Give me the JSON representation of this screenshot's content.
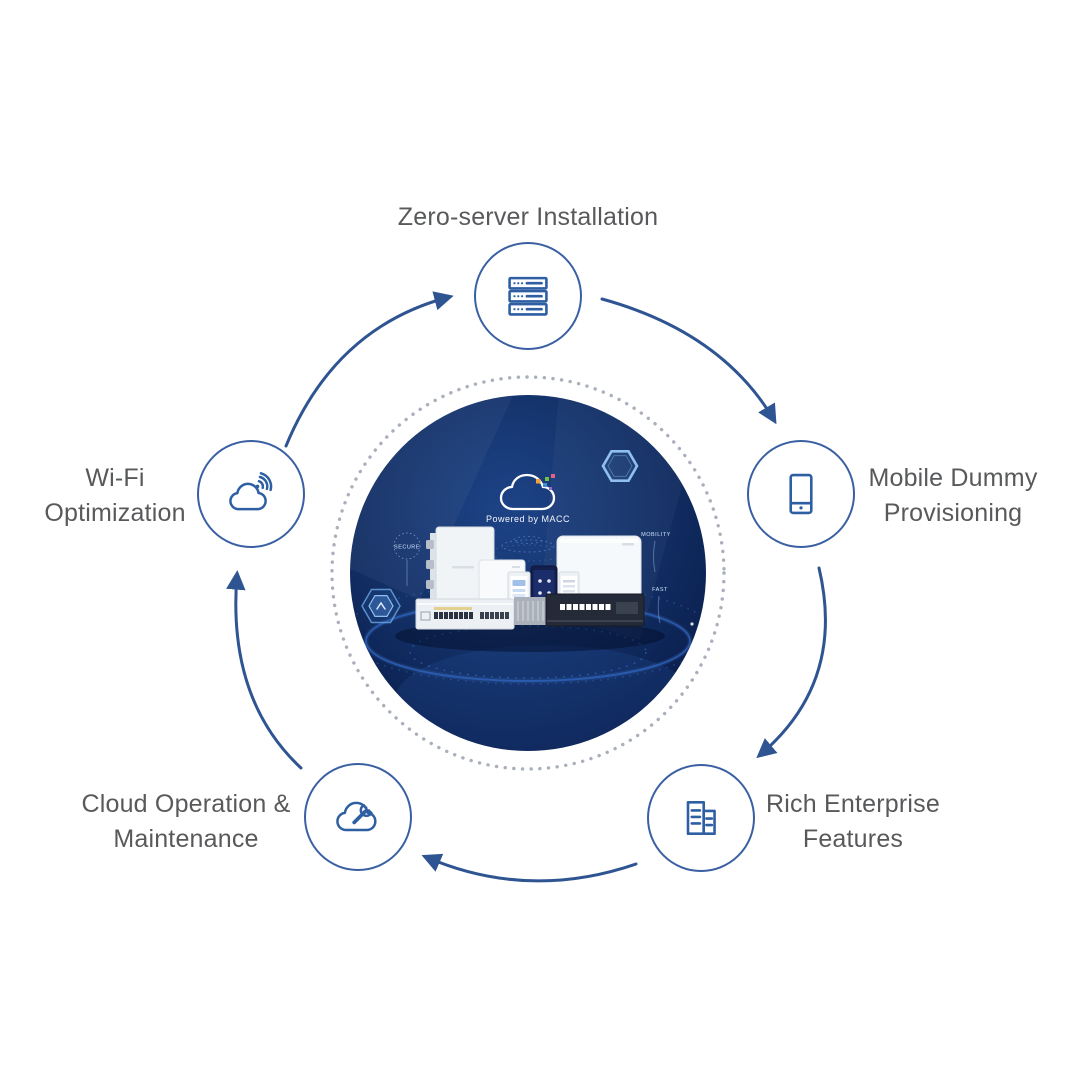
{
  "figure": {
    "labels": {
      "zero_server": {
        "lines": [
          "Zero-server Installation",
          ""
        ]
      },
      "mobile_dummy": {
        "lines": [
          "Mobile Dummy",
          "Provisioning"
        ]
      },
      "rich_enterprise": {
        "lines": [
          "Rich Enterprise",
          "Features"
        ]
      },
      "cloud_om": {
        "lines": [
          "Cloud Operation &",
          "Maintenance"
        ]
      },
      "wifi_opt": {
        "lines": [
          "Wi-Fi",
          "Optimization"
        ]
      }
    },
    "center": {
      "powered_by": "Powered by MACC",
      "micro_labels": {
        "secure": "SECURE",
        "mobility": "MOBILITY",
        "fast": "FAST"
      }
    },
    "icons": [
      "server-stack-icon",
      "smartphone-icon",
      "enterprise-buildings-icon",
      "cloud-wrench-icon",
      "cloud-wifi-icon"
    ],
    "colors": {
      "arrow": "#2e5491",
      "node_ring": "#3a60a3",
      "icon_stroke": "#2e5fa3",
      "label_text": "#58595b",
      "dotted_ring": "#a9b0bc",
      "center_navy_dark": "#0a1d4e",
      "center_navy_light": "#1d4386",
      "accent_blue": "#7fb3e8"
    }
  }
}
